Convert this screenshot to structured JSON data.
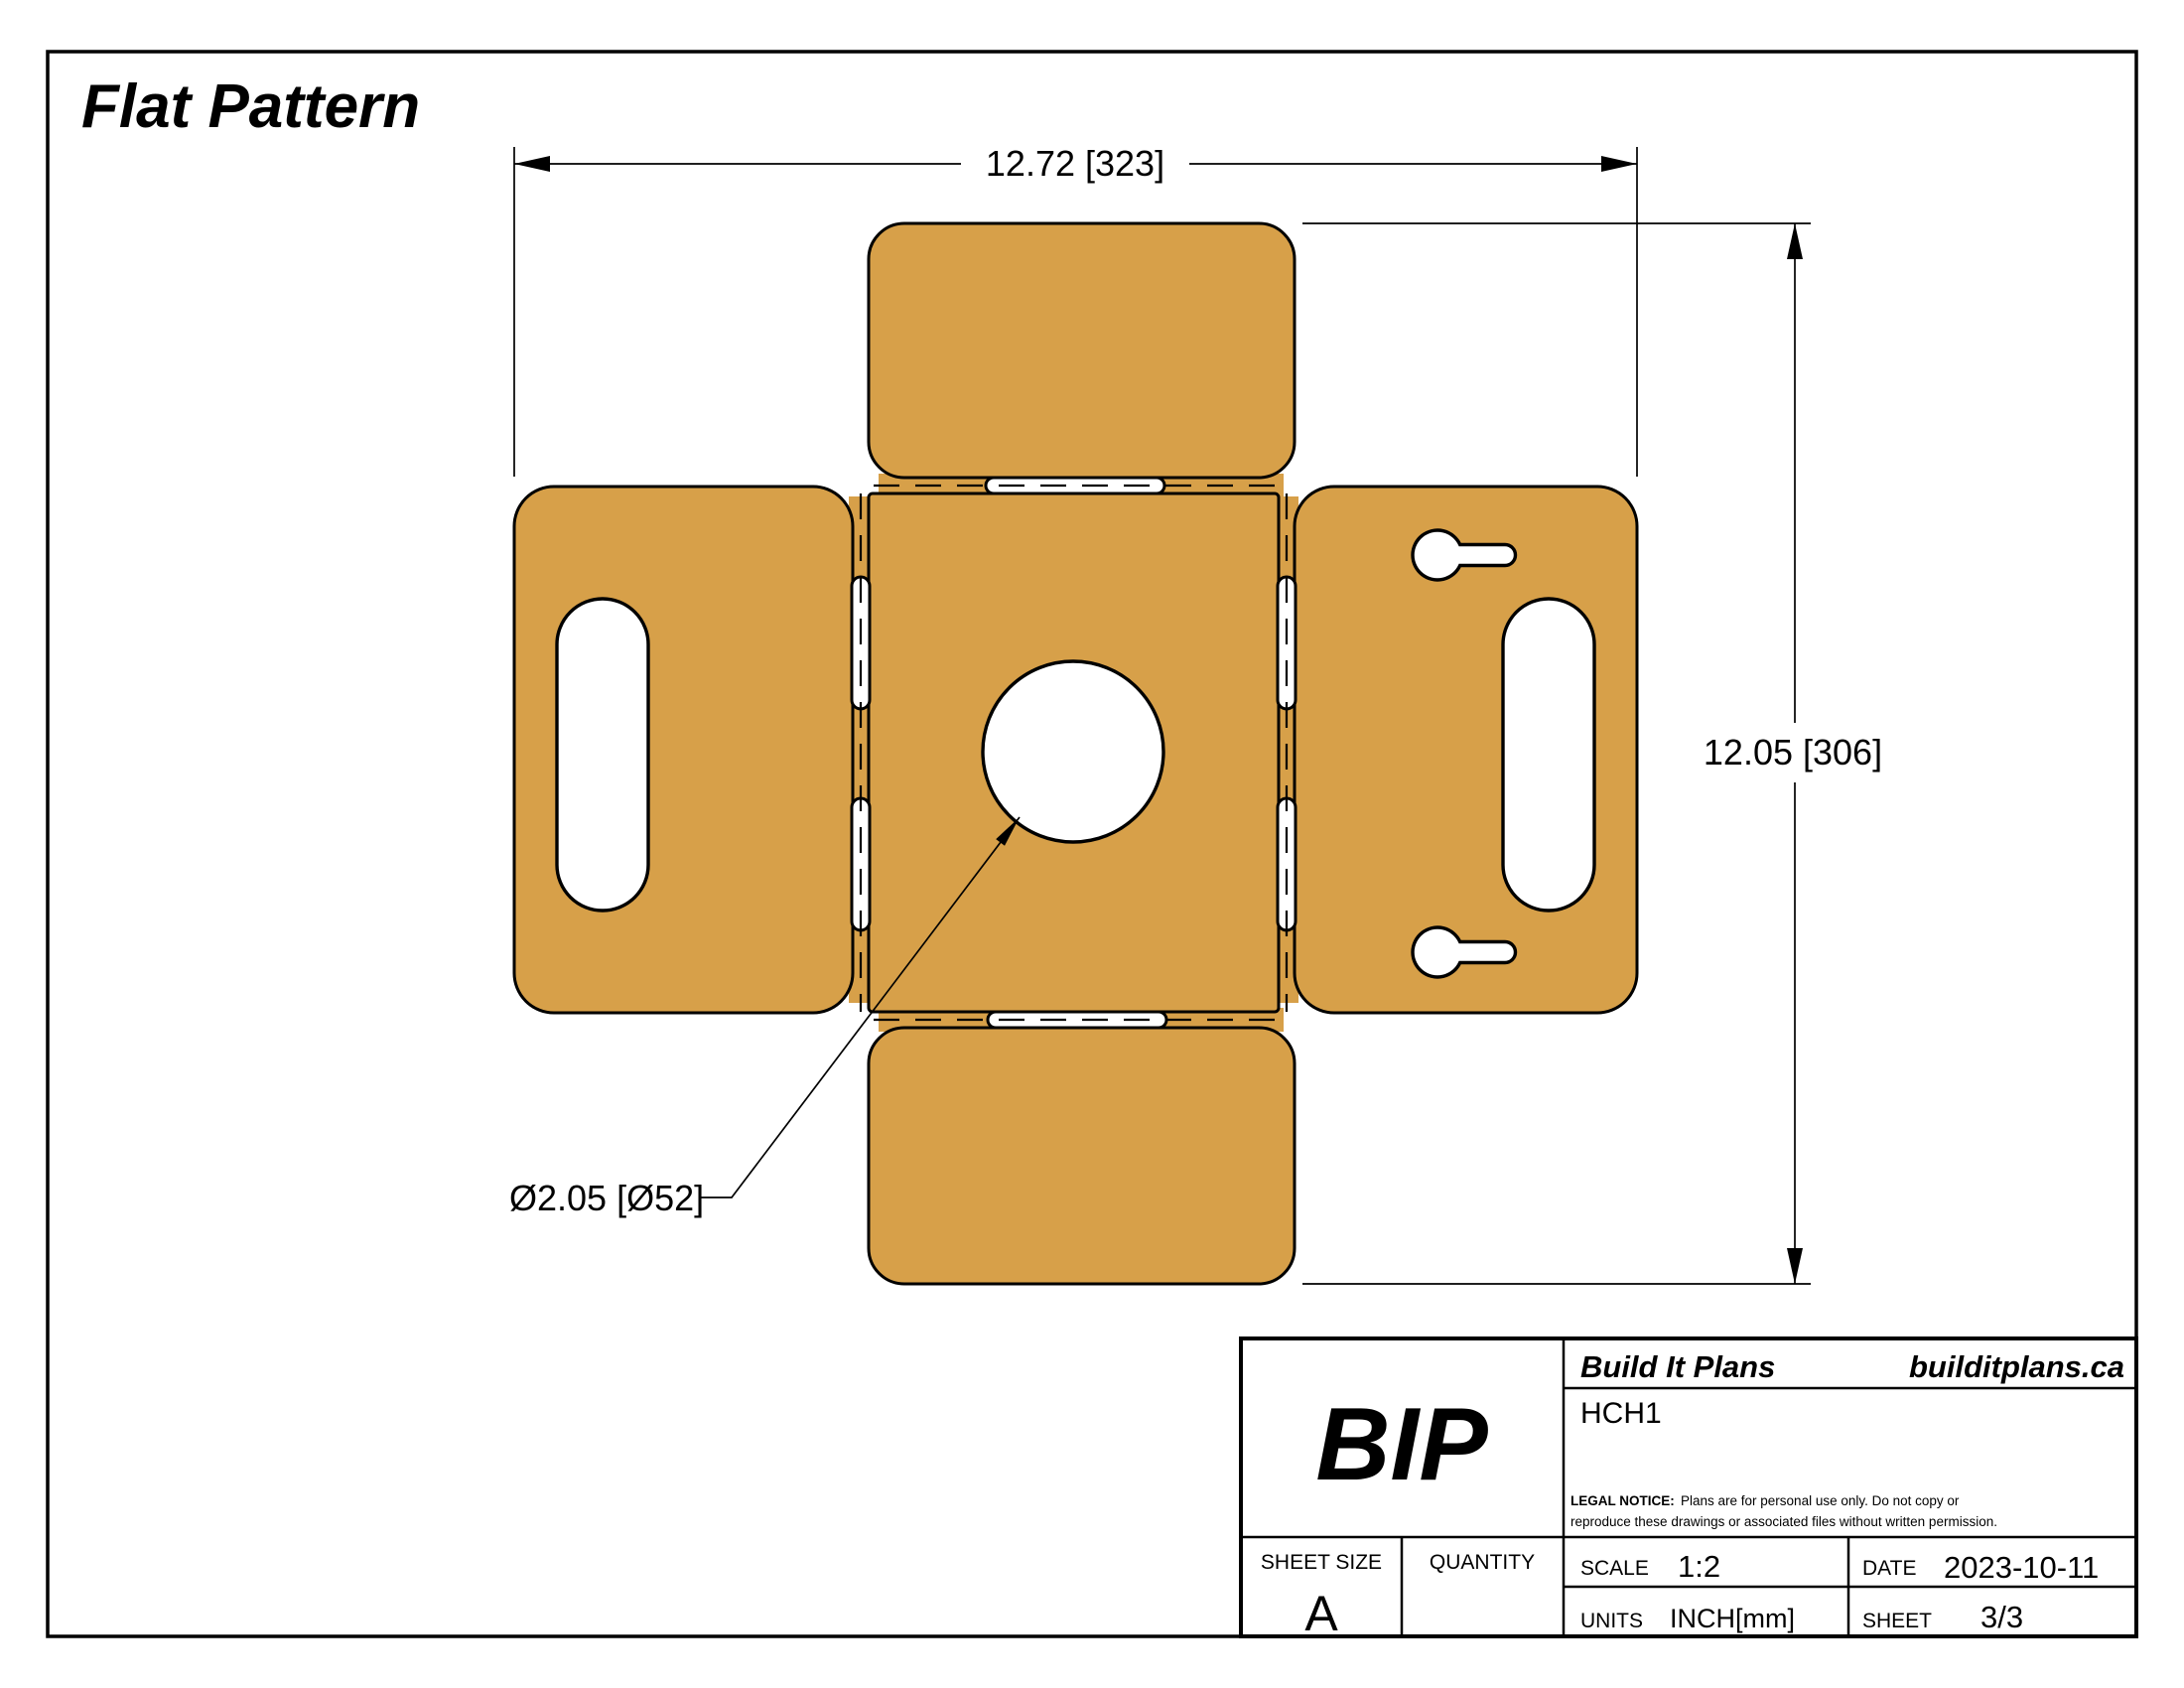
{
  "drawing": {
    "title": "Flat Pattern"
  },
  "dimensions": {
    "overall_width": "12.72 [323]",
    "overall_height": "12.05 [306]",
    "center_hole": "Ø2.05 [Ø52]"
  },
  "title_block": {
    "logo": "BIP",
    "company": "Build It Plans",
    "website": "builditplans.ca",
    "part_number": "HCH1",
    "legal_label": "LEGAL NOTICE:",
    "legal_line1": "Plans are for personal use only. Do not copy or",
    "legal_line2": "reproduce these drawings or associated files without written permission.",
    "sheet_size_label": "SHEET SIZE",
    "sheet_size_value": "A",
    "quantity_label": "QUANTITY",
    "quantity_value": "",
    "scale_label": "SCALE",
    "scale_value": "1:2",
    "units_label": "UNITS",
    "units_value": "INCH[mm]",
    "date_label": "DATE",
    "date_value": "2023-10-11",
    "sheet_label": "SHEET",
    "sheet_value": "3/3"
  },
  "colors": {
    "part_fill": "#D7A049",
    "line": "#000000",
    "background": "#FFFFFF"
  }
}
